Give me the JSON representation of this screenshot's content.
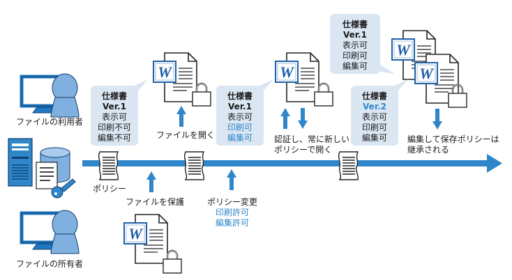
{
  "actors": {
    "user_label": "ファイルの利用者",
    "owner_label": "ファイルの所有者"
  },
  "timeline": {
    "policy_label": "ポリシー",
    "protect_label": "ファイルを保護",
    "open_label": "ファイルを開く",
    "policy_change": {
      "title": "ポリシー変更",
      "lines": [
        "印刷許可",
        "編集許可"
      ]
    },
    "auth_label": [
      "認証し、常に新しい",
      "ポリシーで開く"
    ],
    "inherit_label": [
      "編集して保存ポリシーは",
      "継承される"
    ]
  },
  "bubbles": [
    {
      "title": "仕様書",
      "version": "Ver.1",
      "lines": [
        "表示可",
        "印刷不可",
        "編集不可"
      ],
      "highlight": []
    },
    {
      "title": "仕様書",
      "version": "Ver.1",
      "lines": [
        "表示可",
        "印刷可",
        "編集可"
      ],
      "highlight": [
        "印刷可",
        "編集可"
      ]
    },
    {
      "title": "仕様書",
      "version": "Ver.1",
      "lines": [
        "表示可",
        "印刷可",
        "編集可"
      ],
      "highlight": []
    },
    {
      "title": "仕様書",
      "version": "Ver.2",
      "lines": [
        "表示可",
        "印刷可",
        "編集可"
      ],
      "highlight": [
        "Ver.2"
      ]
    }
  ],
  "icons": {
    "word_letter": "W"
  },
  "colors": {
    "accent": "#2f86c8",
    "bubble_bg": "#dbe6f3",
    "person": "#7fb0df",
    "monitor": "#1f78c1"
  }
}
